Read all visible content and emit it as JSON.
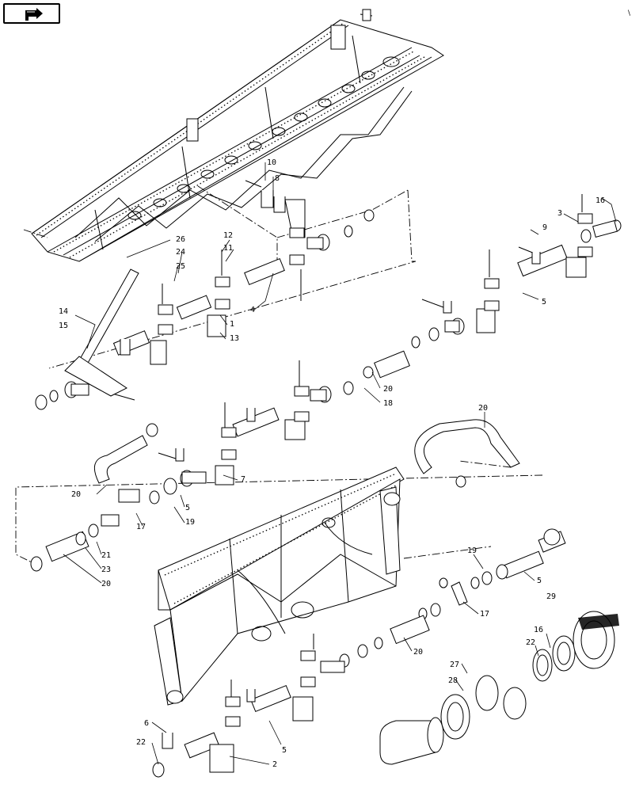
{
  "toolbar": {
    "back_icon": "arrow-icon",
    "corner_mark": "\\"
  },
  "callouts": {
    "c10": "10",
    "c8": "8",
    "c16_top": "16",
    "c3": "3",
    "c9": "9",
    "c26": "26",
    "c24": "24",
    "c25": "25",
    "c12": "12",
    "c11": "11",
    "c14": "14",
    "c15": "15",
    "c4": "4",
    "c1": "1",
    "c13": "13",
    "c5_a": "5",
    "c20_a": "20",
    "c18": "18",
    "c20_b": "20",
    "c7": "7",
    "c20_c": "20",
    "c5_b": "5",
    "c19_a": "19",
    "c17_a": "17",
    "c21": "21",
    "c23": "23",
    "c20_d": "20",
    "c19_b": "19",
    "c5_c": "5",
    "c29": "29",
    "c17_b": "17",
    "c20_e": "20",
    "c16_b": "16",
    "c22_a": "22",
    "c27": "27",
    "c28": "28",
    "c6": "6",
    "c22_b": "22",
    "c5_d": "5",
    "c2": "2"
  }
}
